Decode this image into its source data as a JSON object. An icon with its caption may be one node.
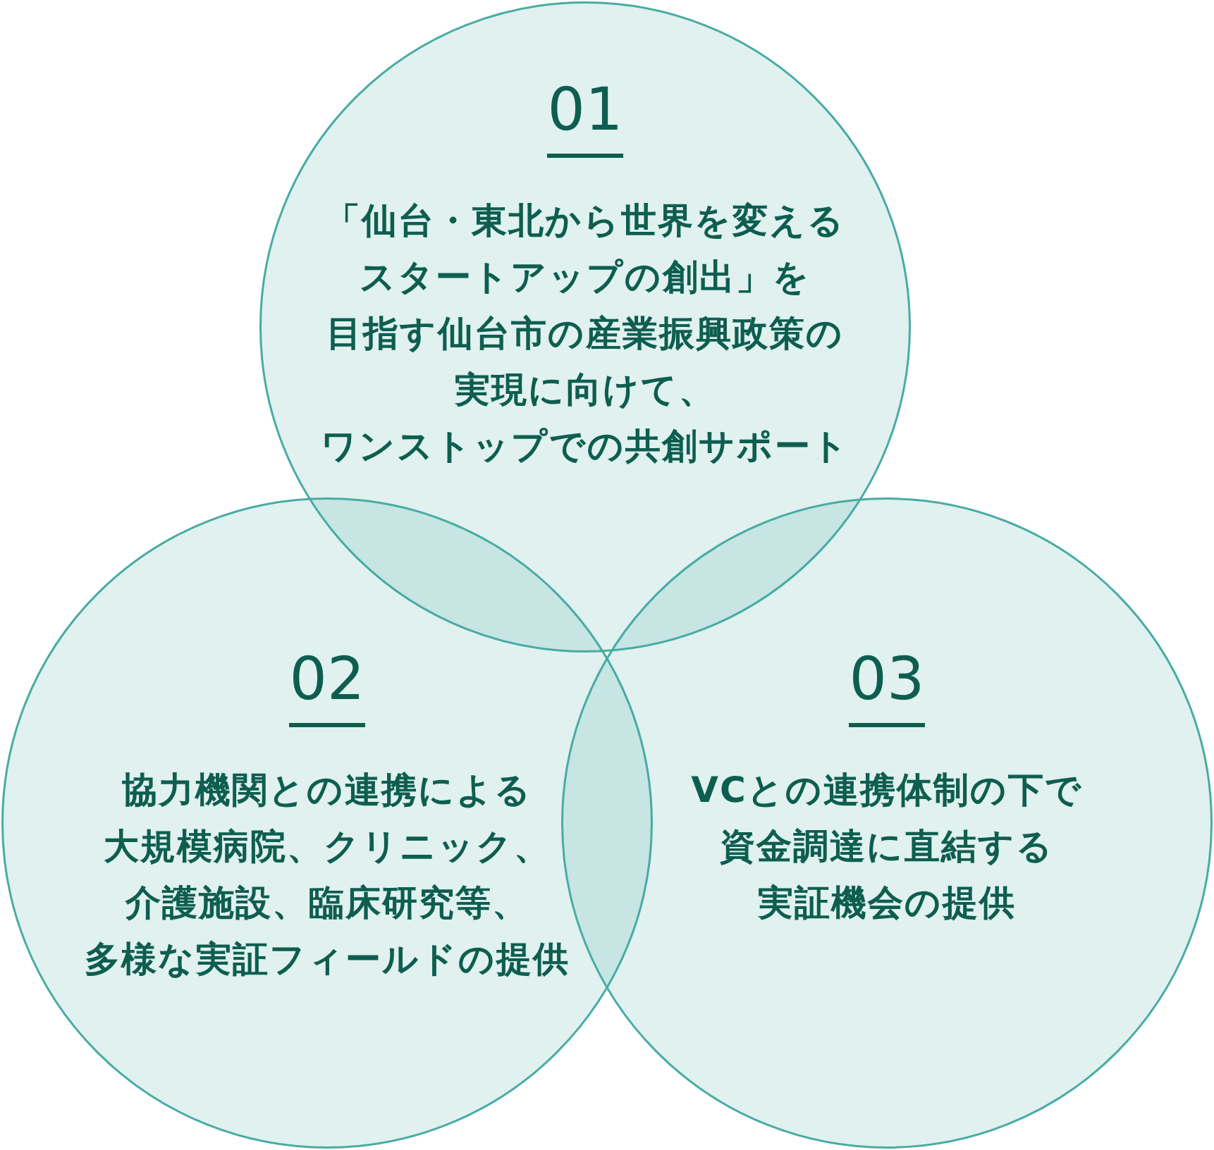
{
  "diagram": {
    "nodes": [
      {
        "text": [
          "01",
          "「仙台・東北から世界を変えるスタートアップの創出」を目指す仙台市の産業振興政策の実現に向けて、ワンストップでの共創サポート"
        ]
      },
      {
        "text": [
          "02",
          "協力機関との連携による大規模病院、クリニック、介護施設、臨床研究等、多様な実証フィールドの提供"
        ]
      },
      {
        "text": [
          "03",
          "VCとの連携体制の下で資金調達に直結する実証機会の提供"
        ]
      }
    ]
  }
}
